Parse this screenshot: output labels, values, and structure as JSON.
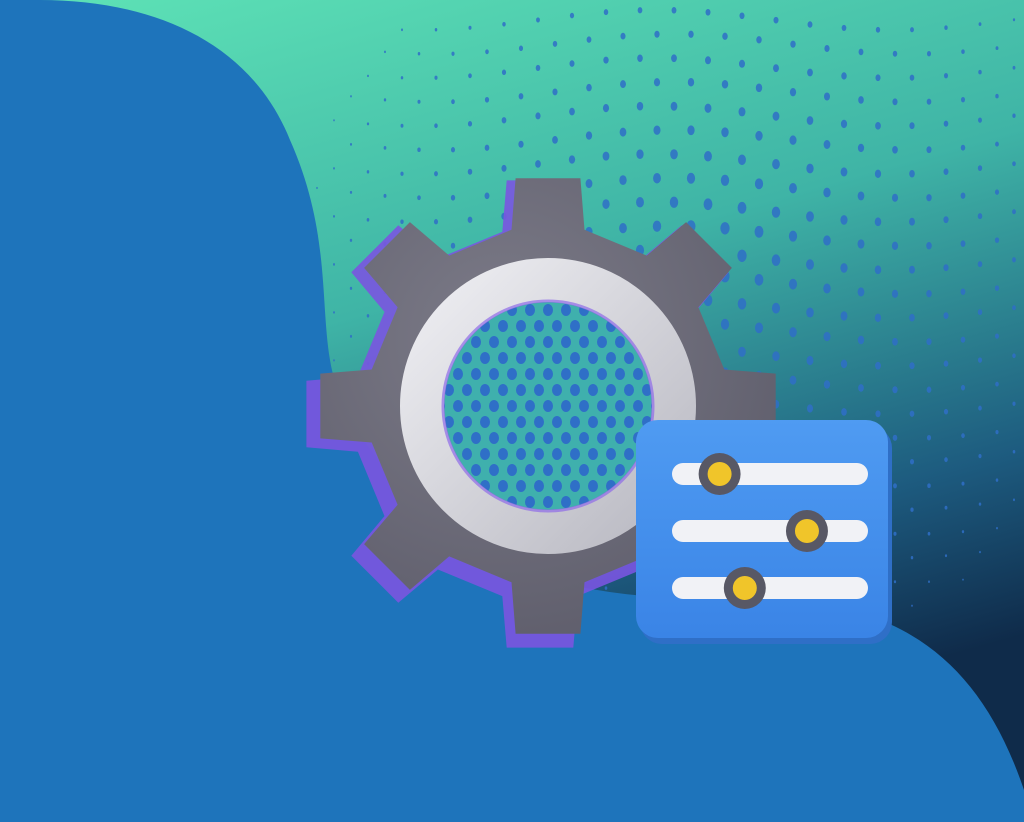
{
  "illustration": {
    "subject": "settings-gear-with-sliders",
    "icons": [
      "gear-icon",
      "sliders-icon"
    ],
    "colors": {
      "blue_blob": "#1e74bb",
      "teal_gradient_top": "#5ee3b6",
      "teal_gradient_mid": "#3fb4a6",
      "navy_gradient_bottom": "#0f2b4a",
      "dot_pattern": "#2f6fc7",
      "gear_body": "#6b6a78",
      "gear_glow": "#7a55e0",
      "gear_ring": "#d6d6dc",
      "slider_panel": "#4291ec",
      "slider_track": "#f1f2f6",
      "slider_knob_outer": "#585865",
      "slider_knob_inner": "#f0c52a"
    },
    "sliders": [
      {
        "name": "slider-1",
        "level": 0.2
      },
      {
        "name": "slider-2",
        "level": 0.72
      },
      {
        "name": "slider-3",
        "level": 0.35
      }
    ]
  }
}
